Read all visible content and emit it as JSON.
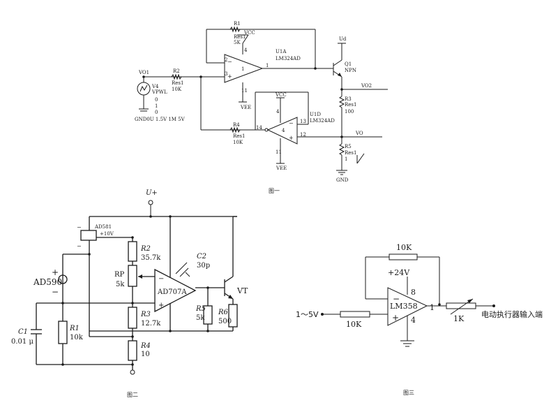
{
  "fig1": {
    "caption": "图一",
    "r1_name": "R1",
    "r1_type": "Res1",
    "r1_value": "5K",
    "r1_vcc": "VCC",
    "r2_name": "R2",
    "r2_type": "Res1",
    "r2_value": "10K",
    "r3_name": "R3",
    "r3_type": "Res1",
    "r3_value": "100",
    "r4_name": "R4",
    "r4_type": "Res1",
    "r4_value": "10K",
    "r5_name": "R5",
    "r5_type": "Res1",
    "r5_value": "1",
    "u1a_name": "U1A",
    "u1a_part": "LM324AD",
    "u1d_name": "U1D",
    "u1d_part": "LM324AD",
    "vcc_upper": "VCC",
    "vcc_lower": "VCC",
    "vee_upper": "VEE",
    "vee_lower": "VEE",
    "pin_2": "2",
    "pin_3": "3",
    "pin_1": "1",
    "pin_4_upper": "4",
    "pin_11_upper": "11",
    "pin_14": "14",
    "pin_13": "13",
    "pin_12": "12",
    "pin_4_lower": "4",
    "pin_11_lower": "11",
    "q1_name": "Q1",
    "q1_type": "NPN",
    "ud_label": "Ud",
    "vo1_label": "VO1",
    "vo2_label": "VO2",
    "vo_label": "VO",
    "v4_name": "V4",
    "v4_type": "VPWL",
    "v4_line1": "0",
    "v4_line2": "1",
    "v4_line3": "0",
    "v4_params": "GND0U 1.5V 1M 5V",
    "gnd_label": "GND"
  },
  "fig2": {
    "caption": "图二",
    "u_plus": "U+",
    "ad581_name": "AD581",
    "ad581_supply": "+10V",
    "ad581_minus": "−",
    "ad590_name": "AD590",
    "ad590_plus": "+",
    "ad590_minus": "−",
    "r2_name": "R2",
    "r2_value": "35.7k",
    "rp_name": "RP",
    "rp_value": "5k",
    "r3_name": "R3",
    "r3_value": "12.7k",
    "r4_name": "R4",
    "r4_value": "10",
    "r1_name": "R1",
    "r1_value": "10k",
    "c1_name": "C1",
    "c1_value": "0.01 μ",
    "c2_name": "C2",
    "c2_value": "30p",
    "r5_name": "R5",
    "r5_value": "5k",
    "r6_name": "R6",
    "r6_value": "500",
    "opamp_name": "AD707A",
    "opamp_minus": "−",
    "opamp_plus": "+",
    "vt_label": "VT"
  },
  "fig3": {
    "caption": "图三",
    "rf_value": "10K",
    "supply": "+24V",
    "pin_8": "8",
    "pin_4": "4",
    "pin_1": "1",
    "opamp_name": "LM358",
    "opamp_minus": "−",
    "opamp_plus": "+",
    "input_label": "1～5V",
    "rin_value": "10K",
    "rpot_value": "1K",
    "output_label": "电动执行器输入端"
  }
}
